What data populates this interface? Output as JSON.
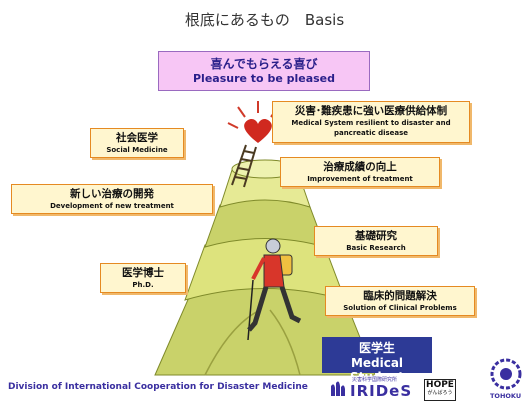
{
  "title": "根底にあるもの　Basis",
  "top_banner": {
    "jp": "喜んでもらえる喜び",
    "en": "Pleasure to be pleased"
  },
  "boxes": {
    "disaster": {
      "jp": "災害･難疾患に強い医療供給体制",
      "en1": "Medical System resilient to disaster and",
      "en2": "pancreatic disease"
    },
    "social": {
      "jp": "社会医学",
      "en": "Social Medicine"
    },
    "treatment_improve": {
      "jp": "治療成績の向上",
      "en": "Improvement of treatment"
    },
    "new_treatment": {
      "jp": "新しい治療の開発",
      "en": "Development of new treatment"
    },
    "basic": {
      "jp": "基礎研究",
      "en": "Basic Research"
    },
    "phd": {
      "jp": "医学博士",
      "en": "Ph.D."
    },
    "clinical": {
      "jp": "臨床的問題解決",
      "en": "Solution of Clinical Problems"
    }
  },
  "student": {
    "jp": "医学生",
    "en": "Medical Student"
  },
  "footer": "Division of International Cooperation for Disaster Medicine",
  "logos": {
    "irides_sub": "災害科学国際研究所",
    "irides": "IRIDeS",
    "hope": "HOPE",
    "hope_sub": "がんばろう",
    "tohoku": "TOHOKU"
  }
}
